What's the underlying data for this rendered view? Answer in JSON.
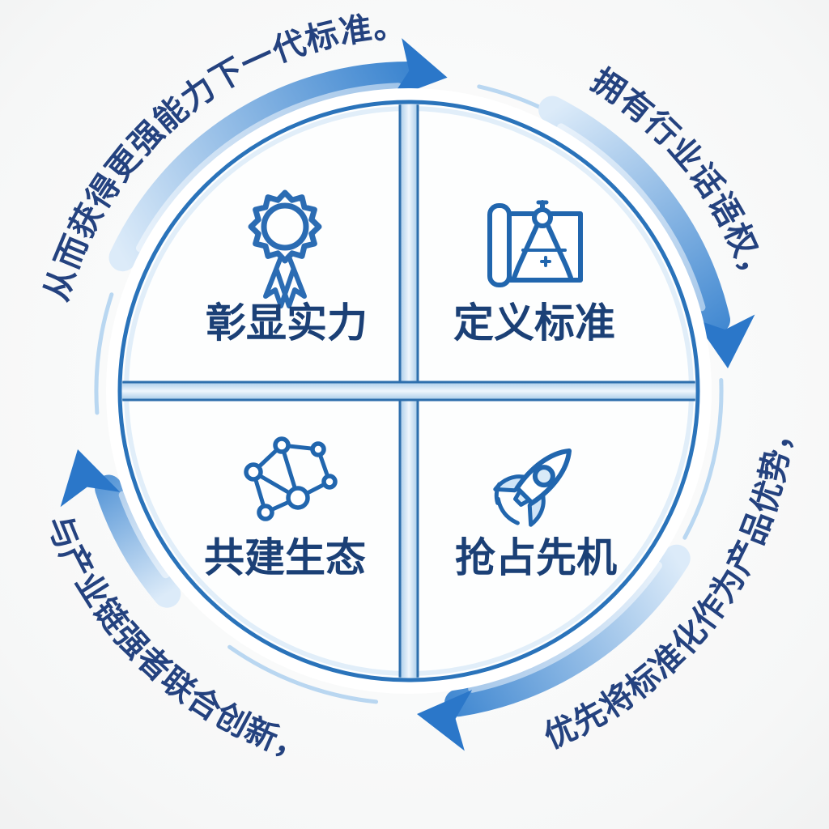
{
  "diagram": {
    "type": "circular-cycle-infographic",
    "rotation_direction": "clockwise",
    "quadrants": [
      {
        "position": "top-left",
        "icon": "award-badge-icon",
        "label": "彰显实力"
      },
      {
        "position": "top-right",
        "icon": "blueprint-compass-icon",
        "label": "定义标准"
      },
      {
        "position": "bottom-left",
        "icon": "network-nodes-icon",
        "label": "共建生态"
      },
      {
        "position": "bottom-right",
        "icon": "rocket-icon",
        "label": "抢占先机"
      }
    ],
    "arc_annotations": [
      {
        "position": "upper-left",
        "text": "从而获得更强能力下一代标准。"
      },
      {
        "position": "upper-right",
        "text": "拥有行业话语权，"
      },
      {
        "position": "lower-left",
        "text": "与产业链强者联合创新，"
      },
      {
        "position": "lower-right",
        "text": "优先将标准化作为产品优势，"
      }
    ],
    "arrows": [
      {
        "position": "top",
        "direction": "clockwise"
      },
      {
        "position": "right",
        "direction": "clockwise"
      },
      {
        "position": "bottom",
        "direction": "clockwise"
      },
      {
        "position": "left",
        "direction": "clockwise"
      }
    ],
    "colors": {
      "background": "#f4f5f5",
      "arrow_strong": "#2e7ccc",
      "arrow_light": "#d9e9f8",
      "circle_stroke": "#2a73ba",
      "divider_fill": "#cfe3f6",
      "divider_edge": "#2e6fad",
      "label_text": "#1b4076",
      "arc_text": "#24427f",
      "icon_stroke": "#2166ae",
      "icon_fill_light": "#d9eaf8"
    }
  }
}
